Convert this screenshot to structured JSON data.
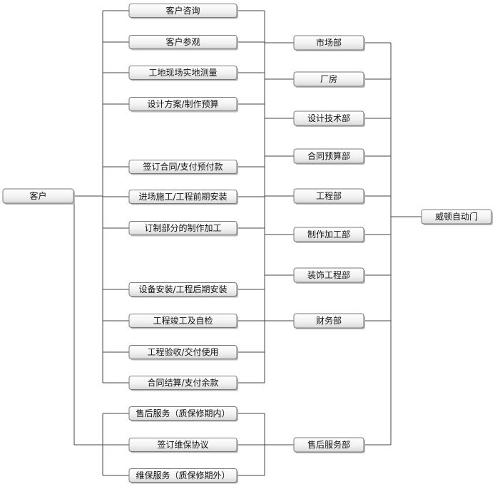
{
  "customer": {
    "label": "客户"
  },
  "company": {
    "label": "威顿自动门"
  },
  "process_steps": [
    {
      "label": "客户咨询"
    },
    {
      "label": "客户参观"
    },
    {
      "label": "工地现场实地测量"
    },
    {
      "label": "设计方案/制作预算"
    },
    {
      "label": "签订合同/支付预付款"
    },
    {
      "label": "进场施工/工程前期安装"
    },
    {
      "label": "订制部分的制作加工"
    },
    {
      "label": "设备安装/工程后期安装"
    },
    {
      "label": "工程竣工及自检"
    },
    {
      "label": "工程验收/交付使用"
    },
    {
      "label": "合同结算/支付余款"
    }
  ],
  "service_steps": [
    {
      "label": "售后服务（质保修期内）"
    },
    {
      "label": "签订维保协议"
    },
    {
      "label": "维保服务（质保修期外）"
    }
  ],
  "departments": [
    {
      "label": "市场部"
    },
    {
      "label": "厂房"
    },
    {
      "label": "设计技术部"
    },
    {
      "label": "合同预算部"
    },
    {
      "label": "工程部"
    },
    {
      "label": "制作加工部"
    },
    {
      "label": "装饰工程部"
    },
    {
      "label": "财务部"
    }
  ],
  "service_department": {
    "label": "售后服务部"
  }
}
